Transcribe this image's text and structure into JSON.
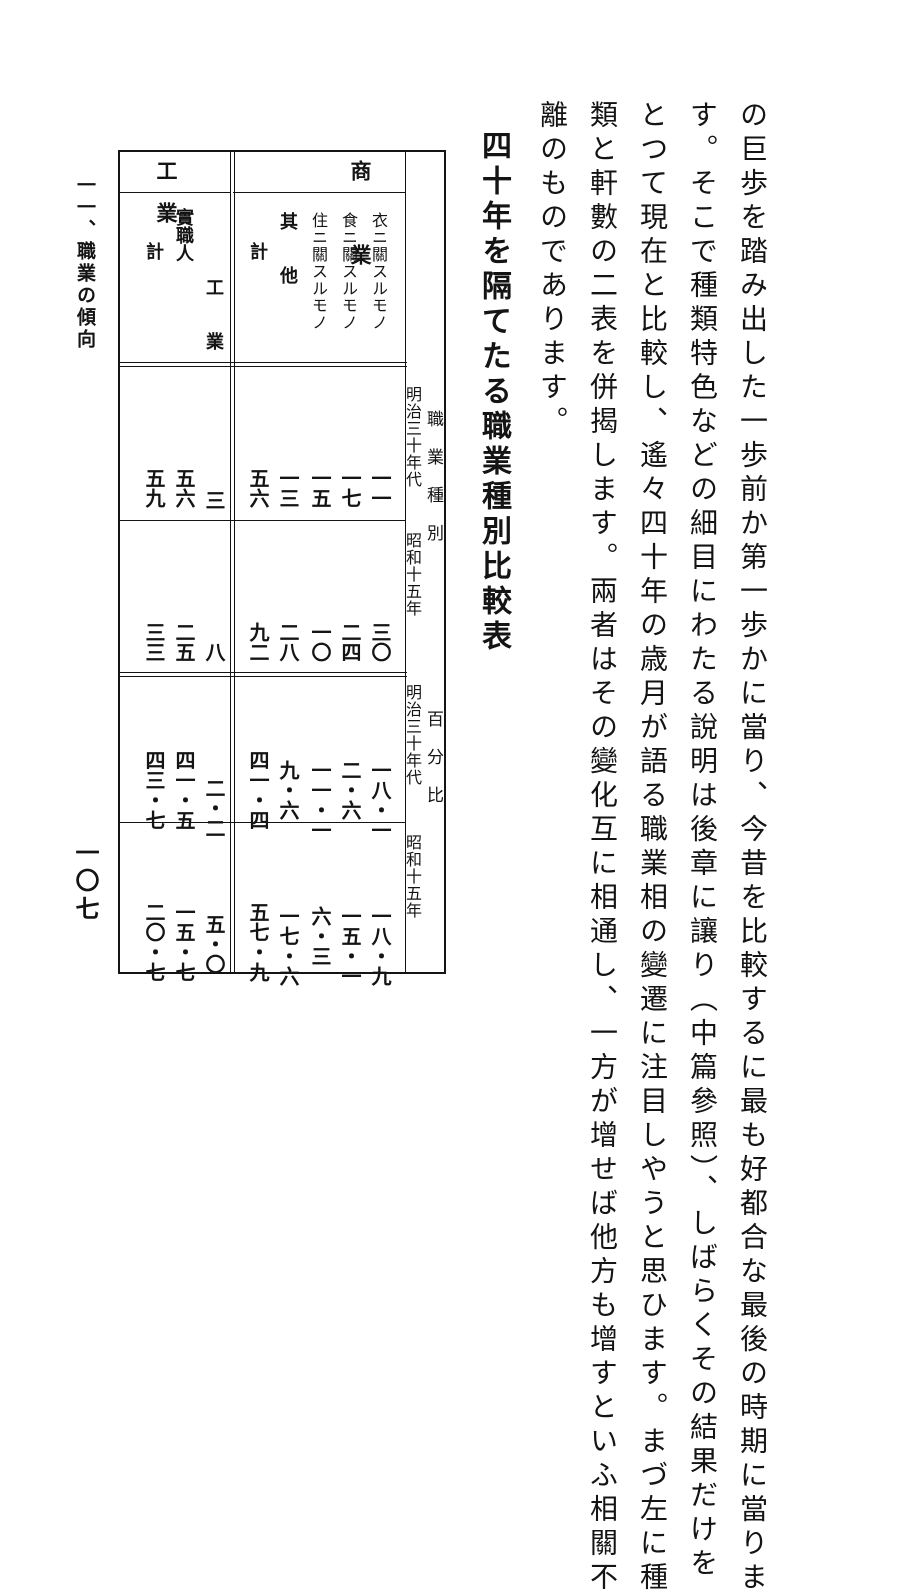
{
  "prose": [
    "の巨歩を踏み出した一歩前か第一歩かに當り、今昔を比較するに最も好都合な最後の時期に當りま",
    "す。そこで種類特色などの細目にわたる說明は後章に讓り（中篇參照）、しばらくその結果だけを",
    "とつて現在と比較し、遙々四十年の歳月が語る職業相の變遷に注目しやうと思ひます。まづ左に種",
    "類と軒數の二表を併揭します。兩者はその變化互に相通し、一方が增せば他方も增すといふ相關不",
    "離のものであります。"
  ],
  "heading": "四十年を隔てたる職業種別比較表",
  "running_header": "一一、職業の傾向",
  "page_number": "一〇七",
  "table": {
    "col_group1": "職　業　種　別",
    "col_group2": "百　分　比",
    "periods": [
      "明治三十年代",
      "昭和十五年"
    ],
    "sections": [
      {
        "name": "商　　　業",
        "rows": [
          {
            "label": "衣ニ關スルモノ",
            "values": [
              "一一",
              "三〇",
              "一八・一",
              "一八・九"
            ]
          },
          {
            "label": "食ニ關スルモノ",
            "values": [
              "一七",
              "二四",
              "二・六",
              "一五・一"
            ]
          },
          {
            "label": "住ニ關スルモノ",
            "values": [
              "一五",
              "一〇",
              "一一・一",
              "六・三"
            ]
          },
          {
            "label": "其　　他",
            "values": [
              "一三",
              "二八",
              "九・六",
              "一七・六"
            ]
          },
          {
            "label": "計",
            "values": [
              "五六",
              "九二",
              "四一・四",
              "五七・九"
            ]
          }
        ]
      },
      {
        "name": "工　業",
        "rows": [
          {
            "label": "工　　業",
            "values": [
              "三",
              "八",
              "二・二",
              "五・〇"
            ]
          },
          {
            "label": "實職人",
            "values": [
              "五六",
              "二五",
              "四一・五",
              "一五・七"
            ]
          },
          {
            "label": "計",
            "values": [
              "五九",
              "三三",
              "四三・七",
              "二〇・七"
            ]
          }
        ]
      }
    ]
  }
}
